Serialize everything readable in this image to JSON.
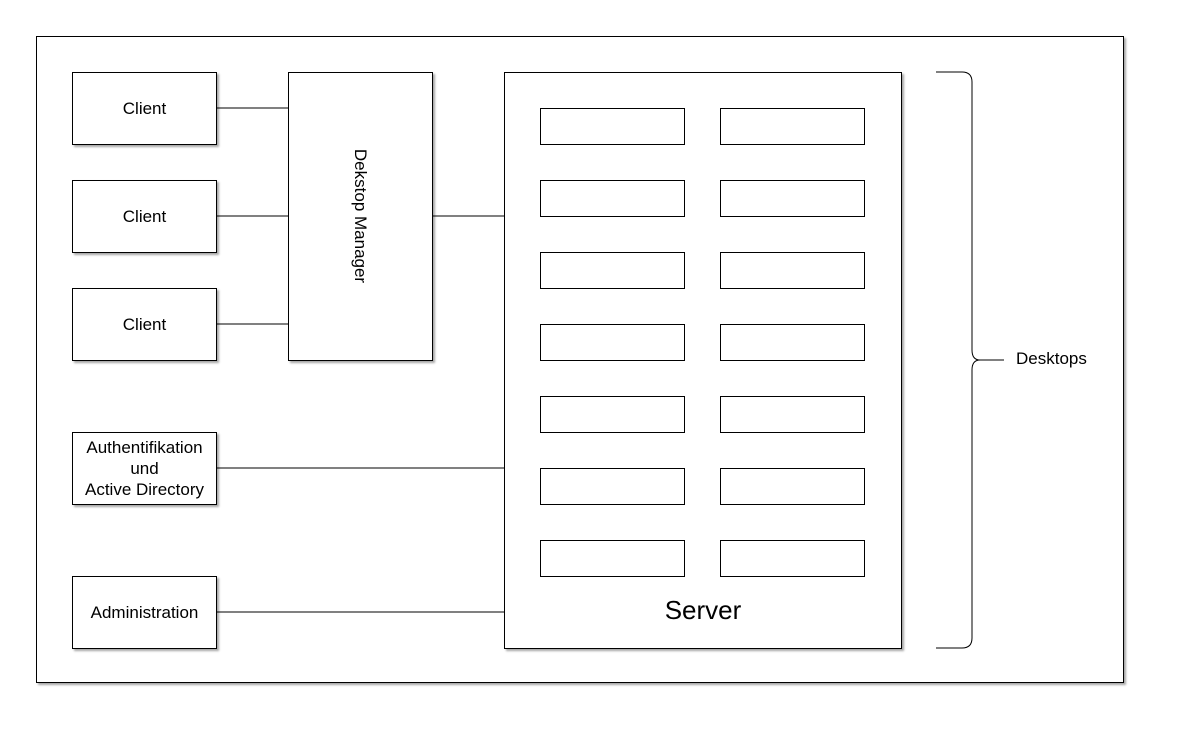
{
  "clients": [
    "Client",
    "Client",
    "Client"
  ],
  "desktop_manager": {
    "label": "Dekstop Manager"
  },
  "authentication": {
    "lines": [
      "Authentifikation",
      "und",
      "Active Directory"
    ]
  },
  "administration": {
    "label": "Administration"
  },
  "server": {
    "label": "Server"
  },
  "desktops": {
    "label": "Desktops"
  }
}
